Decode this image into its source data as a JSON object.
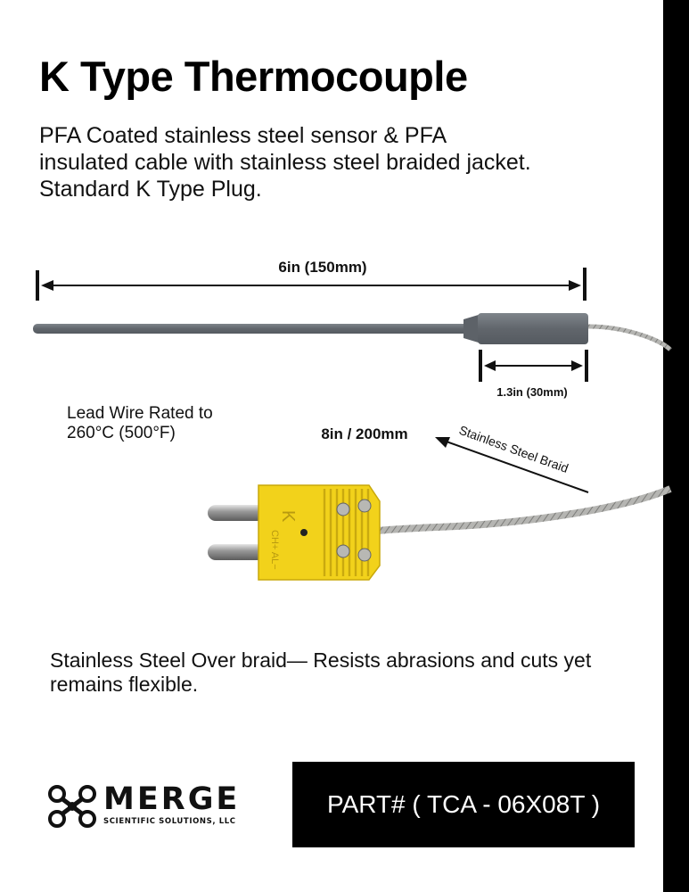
{
  "header": {
    "title": "K Type Thermocouple",
    "subtitle": "PFA Coated stainless steel sensor & PFA insulated cable with stainless steel braided jacket. Standard K Type  Plug."
  },
  "diagram": {
    "probe_length_label": "6in (150mm)",
    "sleeve_length_label": "1.3in (30mm)",
    "lead_rating": "Lead Wire Rated to 260°C (500°F)",
    "cable_length_label": "8in / 200mm",
    "braid_label": "Stainless Steel Braid",
    "plug_letter": "K",
    "plug_polarity": "CH+ AL−"
  },
  "feature_note": "Stainless Steel Over braid— Resists abrasions and cuts yet remains flexible.",
  "logo": {
    "name": "MERGE",
    "tagline": "SCIENTIFIC SOLUTIONS, LLC"
  },
  "part_number": "PART# ( TCA - 06X08T )",
  "colors": {
    "probe": "#6b7076",
    "plug": "#f2d21b",
    "braid": "#9a9a98",
    "box": "#000000"
  }
}
